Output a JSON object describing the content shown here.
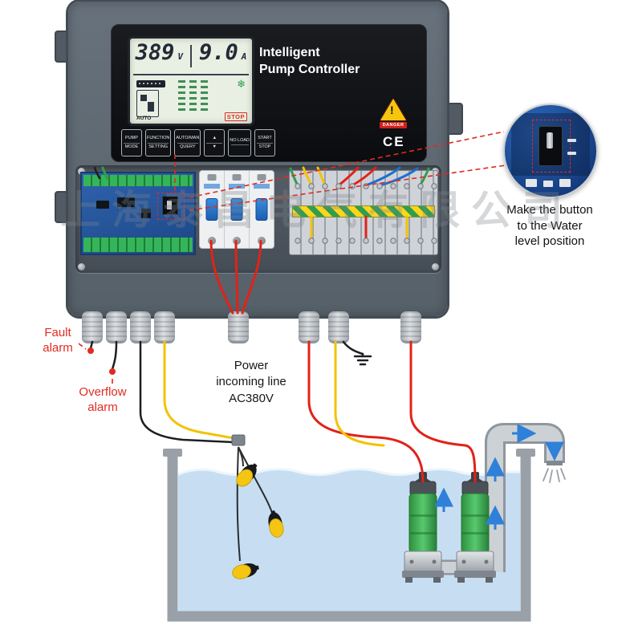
{
  "watermark": "上海泰昌电气有限公司",
  "controller": {
    "display": {
      "voltage_value": "389",
      "voltage_unit": "V",
      "current_value": "9.0",
      "current_unit": "A",
      "auto_label": "AUTO",
      "stop_label": "STOP",
      "snowflake_icon": "❄"
    },
    "title_line1": "Intelligent",
    "title_line2": "Pump Controller",
    "danger_label": "DANGER",
    "ce_label": "CE",
    "buttons": [
      {
        "top": "PUMP",
        "bottom": "MODE"
      },
      {
        "top": "FUNCTION",
        "bottom": "SETTING"
      },
      {
        "top": "AUTO/MAN",
        "bottom": "QUERY"
      },
      {
        "top": "▲",
        "bottom": "▼"
      },
      {
        "top": "NO LOAD",
        "bottom": ""
      },
      {
        "top": "START",
        "bottom": "STOP"
      }
    ]
  },
  "annotations": {
    "fault_line1": "Fault",
    "fault_line2": "alarm",
    "overflow_line1": "Overflow",
    "overflow_line2": "alarm",
    "power_line1": "Power",
    "power_line2": "incoming line",
    "power_line3": "AC380V"
  },
  "inset": {
    "caption_line1": "Make the button",
    "caption_line2": "to the Water",
    "caption_line3": "level position"
  },
  "colors": {
    "wire_red": "#e02318",
    "wire_yellow": "#f2c300",
    "wire_green": "#2e9e4f",
    "wire_blue": "#1d6fd0",
    "wire_black": "#1d1f22",
    "annotation_red": "#e02b20",
    "water_blue": "#c7def2",
    "pump_green": "#3aa14b",
    "tank_gray": "#99a0a7",
    "arrow_blue": "#2f80d8",
    "float_yellow": "#f4c613"
  }
}
